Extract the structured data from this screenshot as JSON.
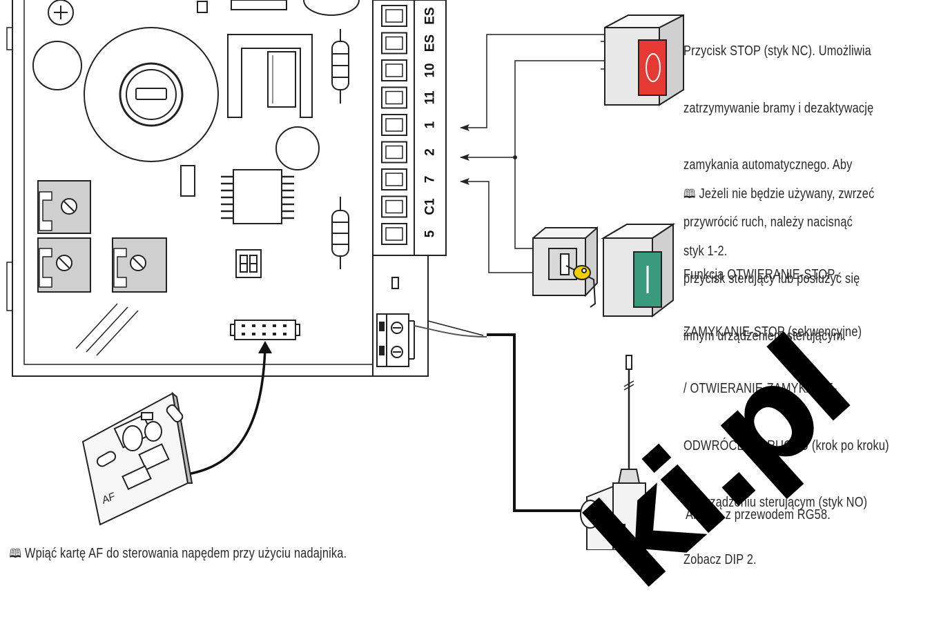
{
  "terminals": [
    "ES",
    "ES",
    "10",
    "11",
    "1",
    "2",
    "7",
    "C1",
    "5"
  ],
  "card_label": "AF",
  "texts": {
    "stop_desc": [
      "Przycisk STOP (styk NC). Umożliwia",
      "zatrzymywanie bramy i dezaktywację",
      "zamykania automatycznego. Aby",
      "przywrócić ruch, należy nacisnąć",
      "przycisk sterujący lub posłużyć się",
      "innym urządzeniem sterującym."
    ],
    "stop_note": [
      "Jeżeli nie będzie używany, zwrzeć",
      "styk 1-2."
    ],
    "function_desc": [
      "Funkcja OTWIERANIE-STOP-",
      "ZAMYKANIE-STOP (sekwencyjne)",
      "/ OTWIERANIE-ZAMYKANIE-",
      "ODWRÓCENIE RUCHU (krok po kroku)",
      "na urządzeniu sterującym (styk NO)",
      "Zobacz DIP 2."
    ],
    "antenna_desc": "Antena z przewodem RG58.",
    "af_note": "Wpiąć kartę AF do sterowania napędem przy użyciu nadajnika."
  },
  "watermark": "ki.pl",
  "colors": {
    "stop_button": "#e53a34",
    "start_button": "#3a9a7c",
    "key": "#f0d000"
  }
}
